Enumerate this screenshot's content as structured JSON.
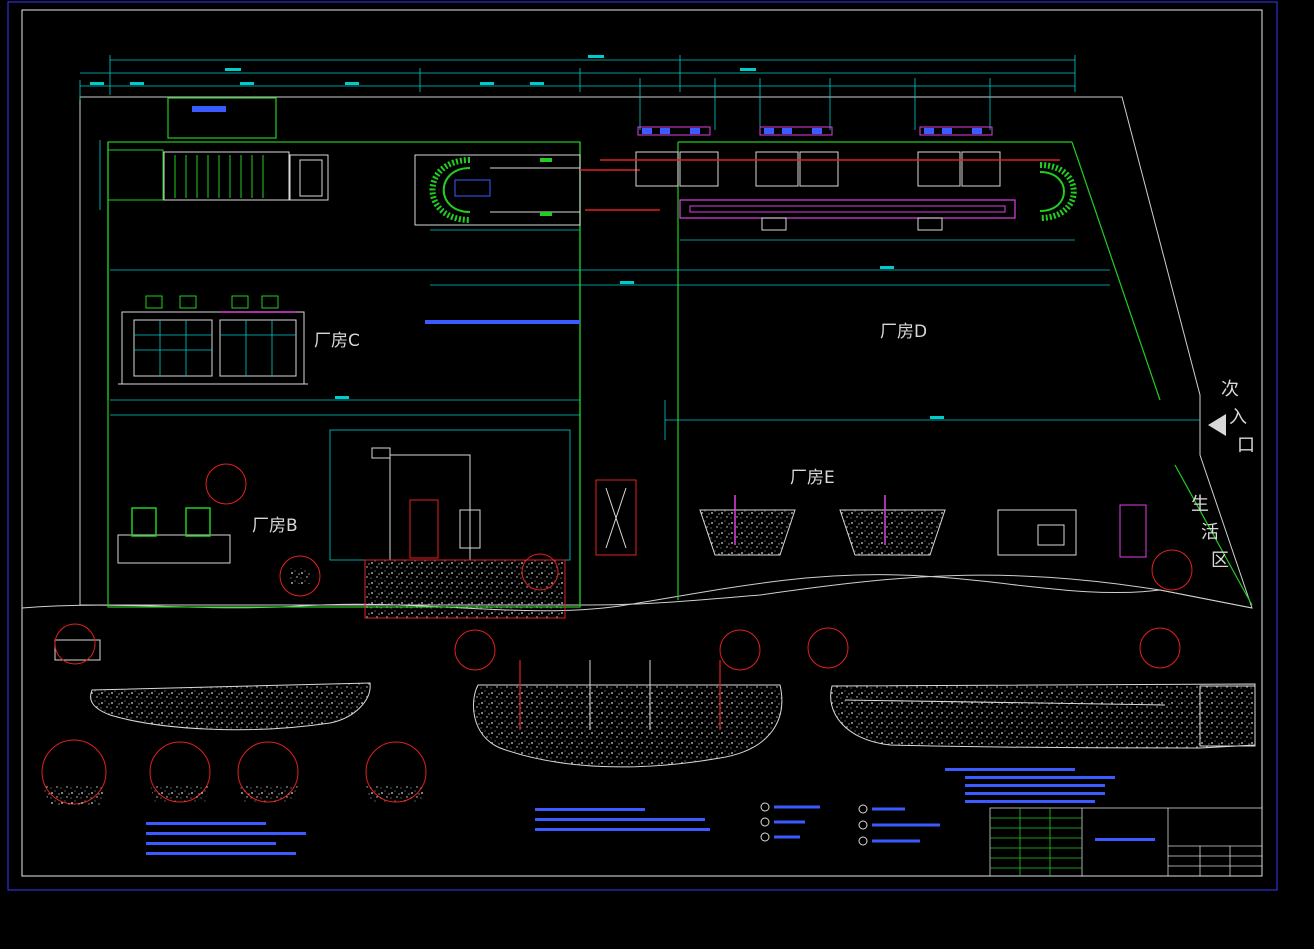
{
  "zones": {
    "plant_c": "厂房C",
    "plant_d": "厂房D",
    "plant_b": "厂房B",
    "plant_e": "厂房E"
  },
  "side_labels": {
    "entrance": [
      "次",
      "入",
      "口"
    ],
    "living": [
      "生",
      "活",
      "区"
    ]
  },
  "colors": {
    "background": "#000000",
    "frame": "#3a3aff",
    "line_white": "#d8d8d8",
    "line_green": "#22cc22",
    "line_cyan": "#00cccc",
    "line_magenta": "#e040e0",
    "line_red": "#e02020",
    "text_blue": "#3a5bff"
  }
}
